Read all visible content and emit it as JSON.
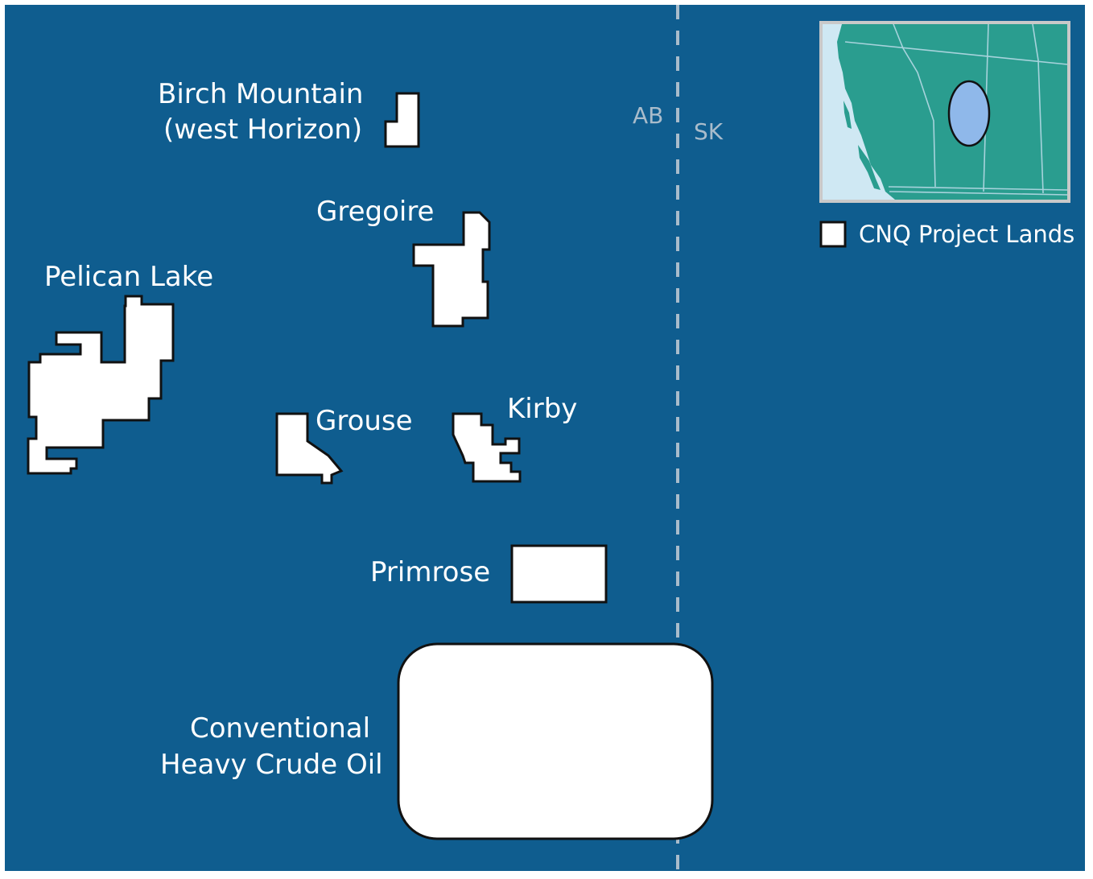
{
  "colors": {
    "background": "#0f5d8f",
    "land_fill": "#ffffff",
    "border_line": "#a9bccb",
    "inset_land": "#2a9d8f",
    "inset_water": "#cfe8f3",
    "inset_highlight": "#8fb8ea"
  },
  "provinces": {
    "left": "AB",
    "right": "SK"
  },
  "legend": {
    "label": "CNQ Project Lands"
  },
  "projects": {
    "birch_mountain": {
      "line1": "Birch Mountain",
      "line2": "(west Horizon)"
    },
    "gregoire": {
      "label": "Gregoire"
    },
    "pelican_lake": {
      "label": "Pelican Lake"
    },
    "grouse": {
      "label": "Grouse"
    },
    "kirby": {
      "label": "Kirby"
    },
    "primrose": {
      "label": "Primrose"
    },
    "conventional": {
      "line1": "Conventional",
      "line2": "Heavy Crude Oil"
    }
  },
  "icons": {
    "inset_map": "western-canada-locator-map",
    "legend_swatch": "white-square-swatch"
  }
}
